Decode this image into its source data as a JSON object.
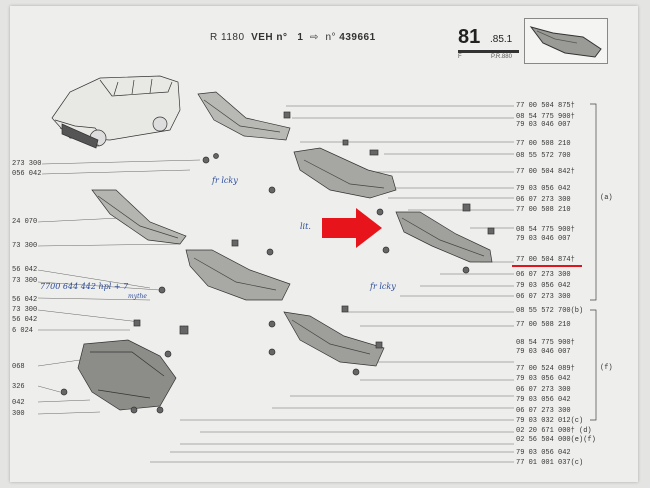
{
  "header": {
    "ref": "R 1180",
    "veh_label": "VEH n°",
    "veh_value": "1",
    "arrow": "⇨",
    "serial_label": "n°",
    "serial": "439661",
    "page_big": "81",
    "page_small": ".85.1",
    "pr": "P.R.880",
    "f": "F"
  },
  "right_labels": [
    {
      "text": "77 00 504 875",
      "dag": "†"
    },
    {
      "text": "08 54 775 900",
      "dag": "†"
    },
    {
      "text": "79 03 046 007",
      "dag": ""
    },
    {
      "text": "77 00 508 210",
      "dag": ""
    },
    {
      "text": "08 55 572 700",
      "dag": ""
    },
    {
      "text": "77 00 504 842",
      "dag": "†"
    },
    {
      "text": "79 03 056 042",
      "dag": ""
    },
    {
      "text": "06 07 273 300",
      "dag": ""
    },
    {
      "text": "77 00 508 210",
      "dag": ""
    },
    {
      "text": "08 54 775 900",
      "dag": "†"
    },
    {
      "text": "79 03 046 007",
      "dag": ""
    },
    {
      "text": "77 00 504 874",
      "dag": "†"
    },
    {
      "text": "06 07 273 300",
      "dag": ""
    },
    {
      "text": "79 03 056 042",
      "dag": ""
    },
    {
      "text": "06 07 273 300",
      "dag": ""
    },
    {
      "text": "08 55 572 700",
      "dag": "(b)"
    },
    {
      "text": "77 00 508 210",
      "dag": ""
    },
    {
      "text": "08 54 775 900",
      "dag": "†"
    },
    {
      "text": "79 03 046 007",
      "dag": ""
    },
    {
      "text": "77 00 524 089",
      "dag": "†"
    },
    {
      "text": "79 03 056 042",
      "dag": ""
    },
    {
      "text": "06 07 273 300",
      "dag": ""
    },
    {
      "text": "79 03 056 042",
      "dag": ""
    },
    {
      "text": "06 07 273 300",
      "dag": ""
    },
    {
      "text": "79 03 032 012",
      "dag": "(c)"
    },
    {
      "text": "02 20 671 000",
      "dag": "† (d)"
    },
    {
      "text": "02 56 504 000",
      "dag": "(e)(f)"
    },
    {
      "text": "79 03 056 042",
      "dag": ""
    },
    {
      "text": "77 01 001 037",
      "dag": "(c)"
    }
  ],
  "bracket_letters": {
    "a": "(a)",
    "f": "(f)"
  },
  "left_labels": [
    "273 300",
    "056 042",
    "24 070",
    "73 300",
    "56 042",
    "73 300",
    "56 042",
    "73 300",
    "56 042",
    "6 024",
    "068",
    "326",
    "042",
    "300"
  ],
  "handwritten": {
    "note1": "7700 644 442 hpl + 7",
    "note1b": "mythe",
    "note2": "fr lcky",
    "note3": "lit.",
    "note4": "fr lcky"
  },
  "colors": {
    "arrow": "#e8141c",
    "underline": "#e0141c",
    "ink": "#333333",
    "pen": "#2a4a9a"
  }
}
